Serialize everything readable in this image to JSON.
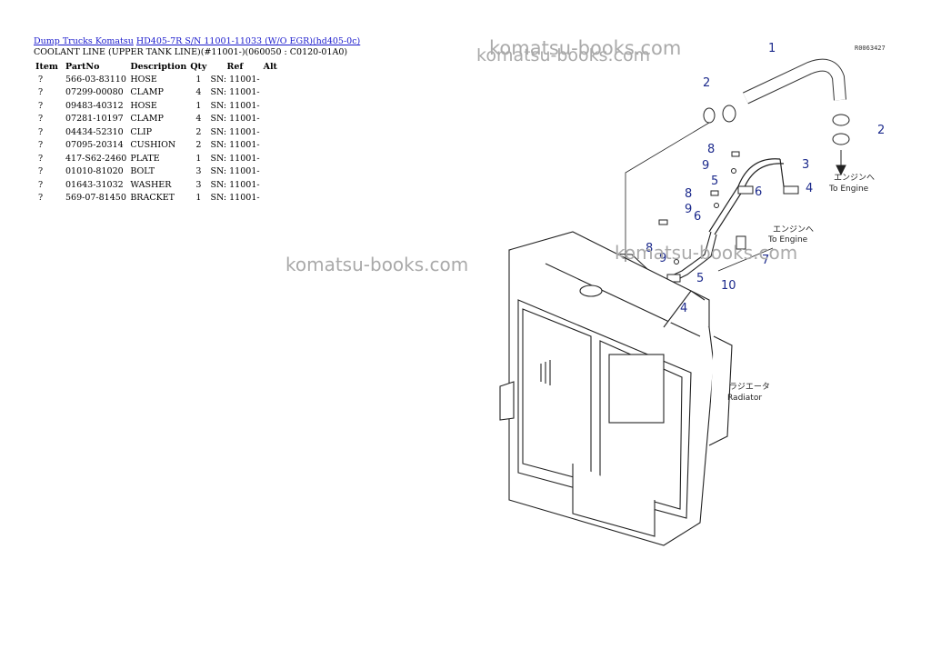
{
  "breadcrumb": {
    "link1": "Dump Trucks Komatsu",
    "link2": "HD405-7R S/N 11001-11033 (W/O EGR)(hd405-0c)"
  },
  "subtitle": "COOLANT LINE (UPPER TANK LINE)(#11001-)(060050 : C0120-01A0)",
  "table": {
    "headers": [
      "Item",
      "PartNo",
      "Description",
      "Qty",
      "Ref",
      "Alt"
    ],
    "rows": [
      [
        "?",
        "566-03-83110",
        "HOSE",
        "1",
        "SN: 11001-",
        ""
      ],
      [
        "?",
        "07299-00080",
        "CLAMP",
        "4",
        "SN: 11001-",
        ""
      ],
      [
        "?",
        "09483-40312",
        "HOSE",
        "1",
        "SN: 11001-",
        ""
      ],
      [
        "?",
        "07281-10197",
        "CLAMP",
        "4",
        "SN: 11001-",
        ""
      ],
      [
        "?",
        "04434-52310",
        "CLIP",
        "2",
        "SN: 11001-",
        ""
      ],
      [
        "?",
        "07095-20314",
        "CUSHION",
        "2",
        "SN: 11001-",
        ""
      ],
      [
        "?",
        "417-S62-2460",
        "PLATE",
        "1",
        "SN: 11001-",
        ""
      ],
      [
        "?",
        "01010-81020",
        "BOLT",
        "3",
        "SN: 11001-",
        ""
      ],
      [
        "?",
        "01643-31032",
        "WASHER",
        "3",
        "SN: 11001-",
        ""
      ],
      [
        "?",
        "569-07-81450",
        "BRACKET",
        "1",
        "SN: 11001-",
        ""
      ]
    ]
  },
  "watermark": "komatsu-books.com",
  "diagram": {
    "code": "R0063427",
    "callouts": [
      "1",
      "2",
      "2",
      "3",
      "4",
      "4",
      "5",
      "5",
      "6",
      "6",
      "7",
      "8",
      "8",
      "8",
      "9",
      "9",
      "9",
      "10"
    ],
    "to_engine_jp_1": "エンジンへ",
    "to_engine_en_1": "To Engine",
    "to_engine_jp_2": "エンジンへ",
    "to_engine_en_2": "To Engine",
    "radiator_jp": "ラジエータ",
    "radiator_en": "Radiator"
  },
  "colors": {
    "link": "#1a1acc",
    "callout": "#1c2a8c",
    "watermark": "#aaaaaa"
  }
}
